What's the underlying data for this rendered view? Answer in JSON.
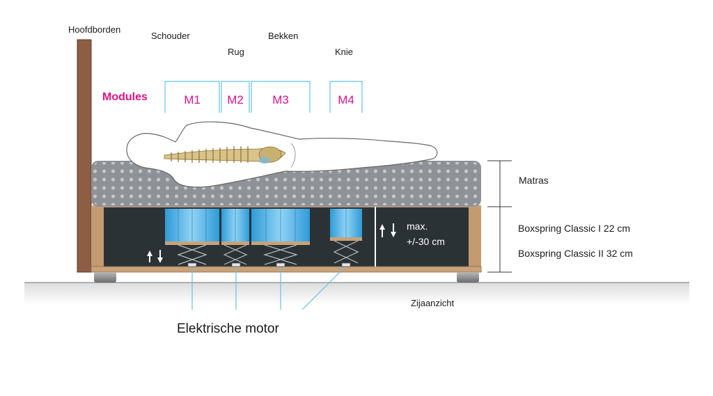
{
  "labels": {
    "headboard": "Hoofdborden",
    "shoulder": "Schouder",
    "back": "Rug",
    "pelvis": "Bekken",
    "knee": "Knie",
    "modules_title": "Modules",
    "mattress": "Matras",
    "boxspring_1": "Boxspring Classic I 22 cm",
    "boxspring_2": "Boxspring Classic II 32 cm",
    "side_view": "Zijaanzicht",
    "motor": "Elektrische motor",
    "max_line1": "max.",
    "max_line2": "+/-30 cm"
  },
  "modules": [
    {
      "label": "M1"
    },
    {
      "label": "M2"
    },
    {
      "label": "M3"
    },
    {
      "label": "M4"
    }
  ],
  "colors": {
    "accent_magenta": "#e0128a",
    "module_line": "#5ec3e6",
    "spring_blue": "#3aa6dc",
    "mattress_gray": "#8e9196",
    "frame_dark": "#2b3236",
    "headboard_brown": "#8d5e44",
    "wood": "#c9a27a"
  }
}
